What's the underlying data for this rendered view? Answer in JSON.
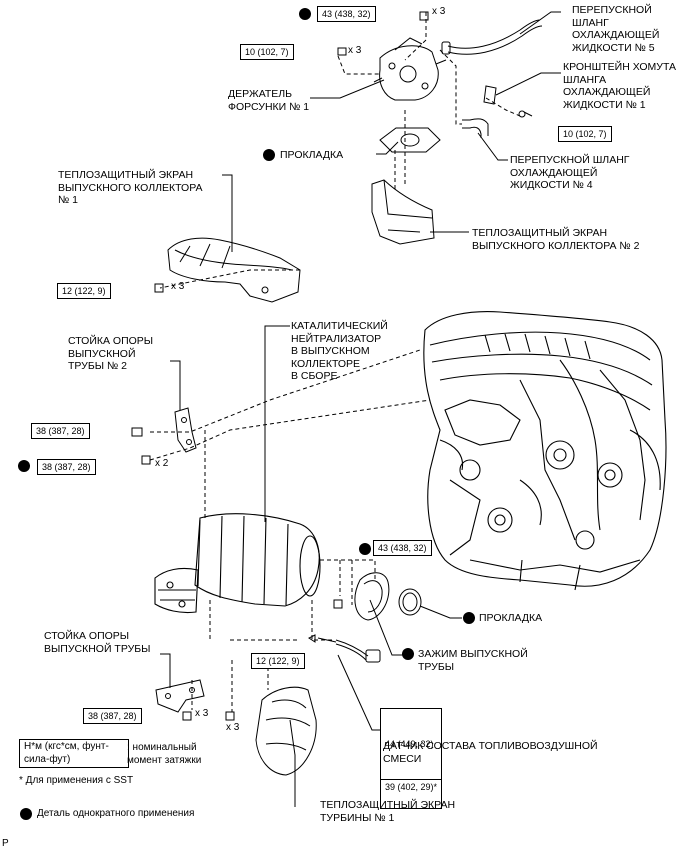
{
  "torques": {
    "t_top": "43 (438, 32)",
    "t_injector": "10 (102, 7)",
    "t_bracket": "10 (102, 7)",
    "t_shield2": "12 (122, 9)",
    "t_stay2_a": "38 (387, 28)",
    "t_stay2_b": "38 (387, 28)",
    "t_clamp": "43 (438, 32)",
    "t_turbo_shield": "12 (122, 9)",
    "t_stay1": "38 (387, 28)",
    "t_sensor_1": "44 (449, 32)",
    "t_sensor_2": "39 (402, 29)*"
  },
  "multipliers": {
    "m_top": "x 3",
    "m_injector": "x 3",
    "m_shield2": "x 3",
    "m_stay2": "x 2",
    "m_stay1": "x 3",
    "m_turbo": "x 3"
  },
  "labels": {
    "bypass5": "ПЕРЕПУСКНОЙ\nШЛАНГ\nОХЛАЖДАЮЩЕЙ\nЖИДКОСТИ № 5",
    "bracket": "КРОНШТЕЙН ХОМУТА\nШЛАНГА\nОХЛАЖДАЮЩЕЙ\nЖИДКОСТИ № 1",
    "injector": "ДЕРЖАТЕЛЬ\nФОРСУНКИ № 1",
    "gasket_top": "ПРОКЛАДКА",
    "bypass4": "ПЕРЕПУСКНОЙ ШЛАНГ\nОХЛАЖДАЮЩЕЙ\nЖИДКОСТИ № 4",
    "shield1": "ТЕПЛОЗАЩИТНЫЙ ЭКРАН\nВЫПУСКНОГО КОЛЛЕКТОРА\n№ 1",
    "shield2": "ТЕПЛОЗАЩИТНЫЙ ЭКРАН\nВЫПУСКНОГО КОЛЛЕКТОРА № 2",
    "catalyst": "КАТАЛИТИЧЕСКИЙ\nНЕЙТРАЛИЗАТОР\nВ ВЫПУСКНОМ\nКОЛЛЕКТОРЕ\nВ СБОРЕ",
    "stay2": "СТОЙКА ОПОРЫ\nВЫПУСКНОЙ\nТРУБЫ № 2",
    "gasket_bottom": "ПРОКЛАДКА",
    "clamp": "ЗАЖИМ ВЫПУСКНОЙ\nТРУБЫ",
    "stay1": "СТОЙКА ОПОРЫ\nВЫПУСКНОЙ ТРУБЫ",
    "afsensor": "ДАТЧИК СОСТАВА ТОПЛИВОВОЗДУШНОЙ\nСМЕСИ",
    "turbo_shield": "ТЕПЛОЗАЩИТНЫЙ ЭКРАН\nТУРБИНЫ № 1"
  },
  "legend": {
    "unit_box": "Н*м (кгс*см, фунт-\nсила-фут)",
    "unit_desc": ": номинальный\nмомент затяжки",
    "sst_note": "* Для применения с SST",
    "single_use": "Деталь однократного применения"
  },
  "figure_code": "P"
}
